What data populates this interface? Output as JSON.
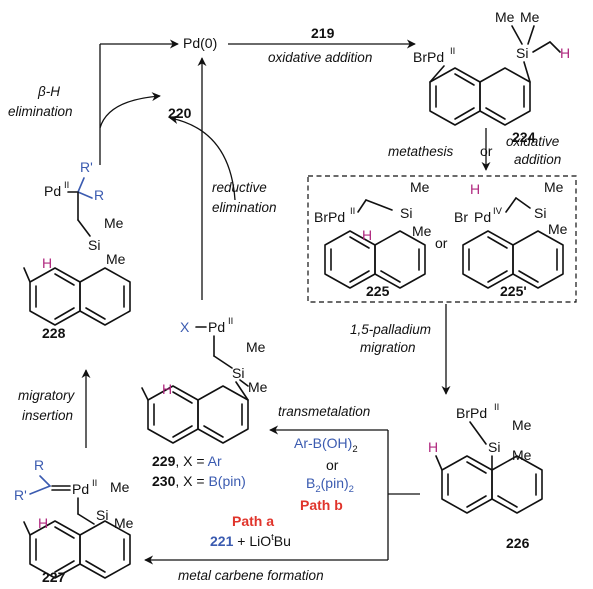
{
  "species": {
    "pd0": "Pd(0)",
    "c220": "220",
    "c224": "224",
    "c225": "225",
    "c225p": "225'",
    "c226": "226",
    "c227": "227",
    "c228": "228",
    "c229": "229",
    "c230": "230",
    "or_mid": "or"
  },
  "labels": {
    "r219": "219",
    "oxidative_addition": "oxidative addition",
    "beta_h": "β-H",
    "elimination": "elimination",
    "reductive": "reductive",
    "reductive_elim": "elimination",
    "metathesis": "metathesis",
    "or": "or",
    "oxidative": "oxidative",
    "addition": "addition",
    "pd_migration_1": "1,5-palladium",
    "pd_migration_2": "migration",
    "transmetalation": "transmetalation",
    "ar_b_oh2": "Ar-B(OH)",
    "ar_b_sub": "2",
    "or2": "or",
    "b2pin2_a": "B",
    "b2pin2_s": "2",
    "b2pin2_b": "(pin)",
    "b2pin2_s2": "2",
    "path_b": "Path b",
    "path_a": "Path a",
    "r221": "221",
    "lio": " + LiO",
    "lio_t": "t",
    "lio_bu": "Bu",
    "carbene": "metal carbene formation",
    "migratory": "migratory",
    "insertion": "insertion",
    "x_ar_a": ", X = ",
    "x_ar_b": "Ar",
    "x_bpin_b": "B(pin)"
  },
  "atoms": {
    "brpd": "BrPd",
    "pd": "Pd",
    "pdII": "II",
    "pdIV": "IV",
    "br": "Br",
    "si": "Si",
    "me": "Me",
    "h": "H",
    "r": "R",
    "rp": "R'",
    "x": "X"
  },
  "colors": {
    "blue": "#3b5bb0",
    "red": "#e0342b",
    "magenta": "#b0287f"
  }
}
